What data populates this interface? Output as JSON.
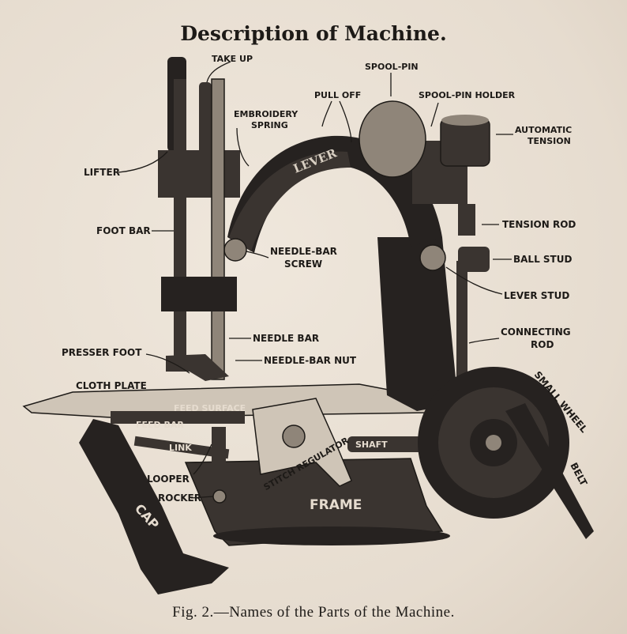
{
  "title": "Description of Machine.",
  "caption": "Fig. 2.—Names of the Parts of the Machine.",
  "labels": {
    "take_up": "TAKE UP",
    "spool_pin": "SPOOL-PIN",
    "pull_off": "PULL OFF",
    "embroidery_spring_1": "EMBROIDERY",
    "embroidery_spring_2": "SPRING",
    "spool_pin_holder": "SPOOL-PIN HOLDER",
    "automatic_tension_1": "AUTOMATIC",
    "automatic_tension_2": "TENSION",
    "lifter": "LIFTER",
    "lever": "LEVER",
    "foot_bar": "FOOT BAR",
    "tension_rod": "TENSION ROD",
    "needle_bar_screw_1": "NEEDLE-BAR",
    "needle_bar_screw_2": "SCREW",
    "ball_stud": "BALL STUD",
    "lever_stud": "LEVER STUD",
    "connecting_rod_1": "CONNECTING",
    "connecting_rod_2": "ROD",
    "needle_bar": "NEEDLE BAR",
    "presser_foot": "PRESSER FOOT",
    "needle_bar_nut": "NEEDLE-BAR NUT",
    "small_wheel": "SMALL WHEEL",
    "cloth_plate": "CLOTH PLATE",
    "feed_surface": "FEED SURFACE",
    "feed_bar": "FEED BAR",
    "shaft": "SHAFT",
    "link": "LINK",
    "stitch_regulator": "STITCH REGULATOR",
    "looper": "LOOPER",
    "rocker": "ROCKER",
    "belt": "BELT",
    "cap": "CAP",
    "frame": "FRAME"
  }
}
